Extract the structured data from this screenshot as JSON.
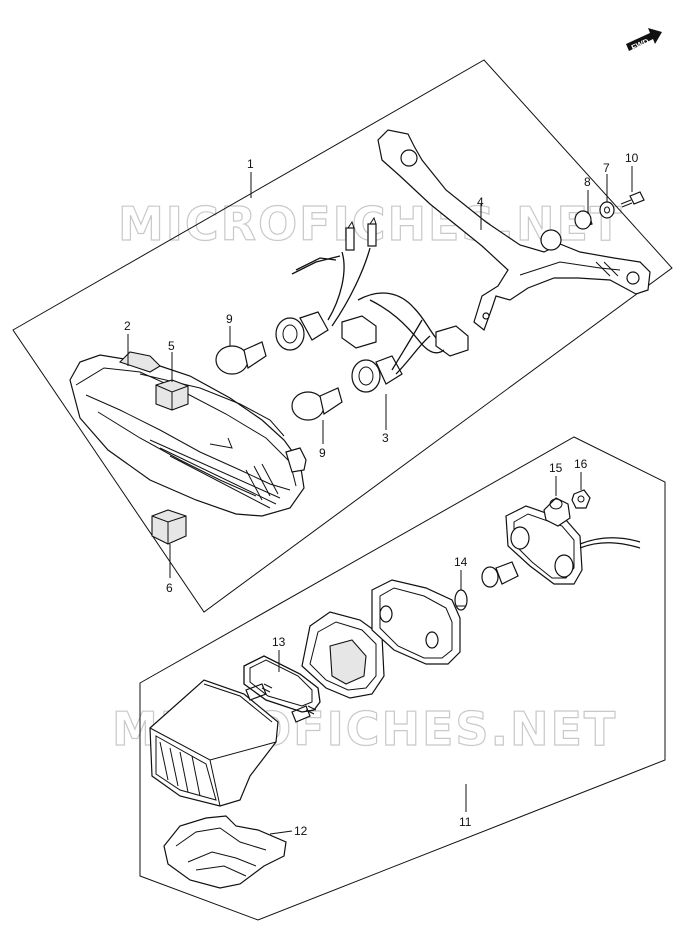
{
  "watermark": "MICROFICHES.NET",
  "fwd_label": "FWD",
  "callouts": {
    "p1": "1",
    "p2": "2",
    "p3": "3",
    "p4": "4",
    "p5": "5",
    "p6": "6",
    "p7": "7",
    "p8": "8",
    "p9a": "9",
    "p9b": "9",
    "p10": "10",
    "p11": "11",
    "p12": "12",
    "p13": "13",
    "p14": "14",
    "p15": "15",
    "p16": "16"
  }
}
